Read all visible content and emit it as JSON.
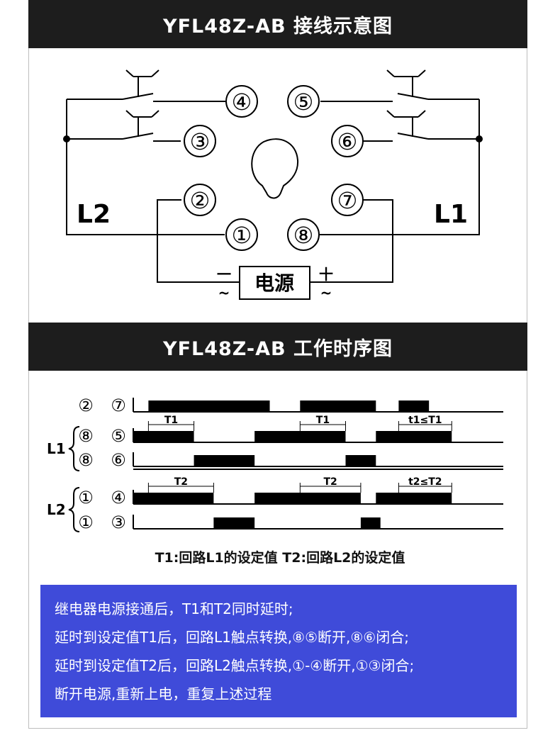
{
  "wiring": {
    "title": "YFL48Z-AB 接线示意图",
    "pins": [
      "④",
      "⑤",
      "③",
      "⑥",
      "②",
      "⑦",
      "①",
      "⑧"
    ],
    "loop_labels": [
      "L2",
      "L1"
    ],
    "power_label": "电源",
    "minus_label": "一",
    "plus_label": "十",
    "ac_label": "~"
  },
  "timing": {
    "title": "YFL48Z-AB 工作时序图",
    "group_labels": [
      "L1",
      "L2"
    ],
    "row_labels": [
      [
        "②",
        "⑦"
      ],
      [
        "⑧",
        "⑤"
      ],
      [
        "⑧",
        "⑥"
      ],
      [
        "①",
        "④"
      ],
      [
        "①",
        "③"
      ]
    ],
    "interval_labels": [
      "T1",
      "T1",
      "t1≤T1",
      "T2",
      "T2",
      "t2≤T2"
    ],
    "caption": "T1:回路L1的设定值 T2:回路L2的设定值"
  },
  "chart_data": {
    "type": "timing",
    "rows": [
      {
        "pins": [
          "②",
          "⑦"
        ],
        "on": [
          [
            1,
            9
          ],
          [
            11,
            16
          ],
          [
            17.5,
            19.5
          ]
        ]
      },
      {
        "pins": [
          "⑧",
          "⑤"
        ],
        "on": [
          [
            0,
            4
          ],
          [
            8,
            14
          ],
          [
            16,
            21
          ]
        ]
      },
      {
        "pins": [
          "⑧",
          "⑥"
        ],
        "on": [
          [
            4,
            8
          ],
          [
            14,
            16
          ]
        ]
      },
      {
        "pins": [
          "①",
          "④"
        ],
        "on": [
          [
            0,
            5.3
          ],
          [
            8,
            15
          ],
          [
            16,
            21
          ]
        ]
      },
      {
        "pins": [
          "①",
          "③"
        ],
        "on": [
          [
            5.3,
            8
          ],
          [
            15,
            16.3
          ]
        ]
      }
    ],
    "intervals": [
      {
        "label": "T1",
        "row": 1,
        "range": [
          1,
          4
        ]
      },
      {
        "label": "T1",
        "row": 1,
        "range": [
          11,
          14
        ]
      },
      {
        "label": "t1≤T1",
        "row": 1,
        "range": [
          17.5,
          21
        ]
      },
      {
        "label": "T2",
        "row": 3,
        "range": [
          1,
          5.3
        ]
      },
      {
        "label": "T2",
        "row": 3,
        "range": [
          11,
          15
        ]
      },
      {
        "label": "t2≤T2",
        "row": 3,
        "range": [
          17.5,
          21
        ]
      }
    ],
    "x_range": [
      0,
      24.4
    ]
  },
  "note": {
    "lines": [
      "继电器电源接通后，T1和T2同时延时;",
      "延时到设定值T1后，回路L1触点转换,⑧⑤断开,⑧⑥闭合;",
      "延时到设定值T2后，回路L2触点转换,①-④断开,①③闭合;",
      "断开电源,重新上电，重复上述过程"
    ],
    "background": "#3f4bd9"
  }
}
